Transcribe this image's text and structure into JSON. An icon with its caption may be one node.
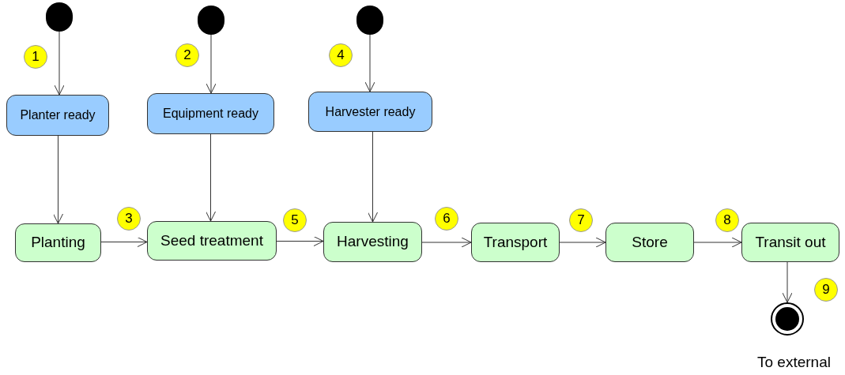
{
  "diagram": {
    "nodes": [
      {
        "text": [],
        "shape": "circle"
      },
      {
        "text": [],
        "shape": "circle"
      },
      {
        "text": [],
        "shape": "circle"
      },
      {
        "text": [
          "Planter ready"
        ]
      },
      {
        "text": [
          "Equipment ready"
        ]
      },
      {
        "text": [
          "Harvester ready"
        ]
      },
      {
        "text": [
          "Planting"
        ]
      },
      {
        "text": [
          "Seed treatment"
        ]
      },
      {
        "text": [
          "Harvesting"
        ]
      },
      {
        "text": [
          "Transport"
        ]
      },
      {
        "text": [
          "Store"
        ]
      },
      {
        "text": [
          "Transit out"
        ]
      },
      {
        "text": [],
        "shape": "circle",
        "beside": [
          "To external"
        ]
      }
    ],
    "edges": [
      {
        "from": 0,
        "to": 3,
        "arrow": "to"
      },
      {
        "from": 1,
        "to": 4,
        "arrow": "to"
      },
      {
        "from": 2,
        "to": 5,
        "arrow": "to"
      },
      {
        "from": 3,
        "to": 6,
        "arrow": "to"
      },
      {
        "from": 4,
        "to": 7,
        "arrow": "to"
      },
      {
        "from": 5,
        "to": 8,
        "arrow": "to"
      },
      {
        "from": 6,
        "to": 7,
        "arrow": "to"
      },
      {
        "from": 7,
        "to": 8,
        "arrow": "to"
      },
      {
        "from": 8,
        "to": 9,
        "arrow": "to"
      },
      {
        "from": 9,
        "to": 10,
        "arrow": "to"
      },
      {
        "from": 10,
        "to": 11,
        "arrow": "to"
      },
      {
        "from": 11,
        "to": 12,
        "arrow": "to"
      }
    ],
    "labels": [
      "1",
      "2",
      "4",
      "3",
      "5",
      "6",
      "7",
      "8",
      "9"
    ]
  }
}
